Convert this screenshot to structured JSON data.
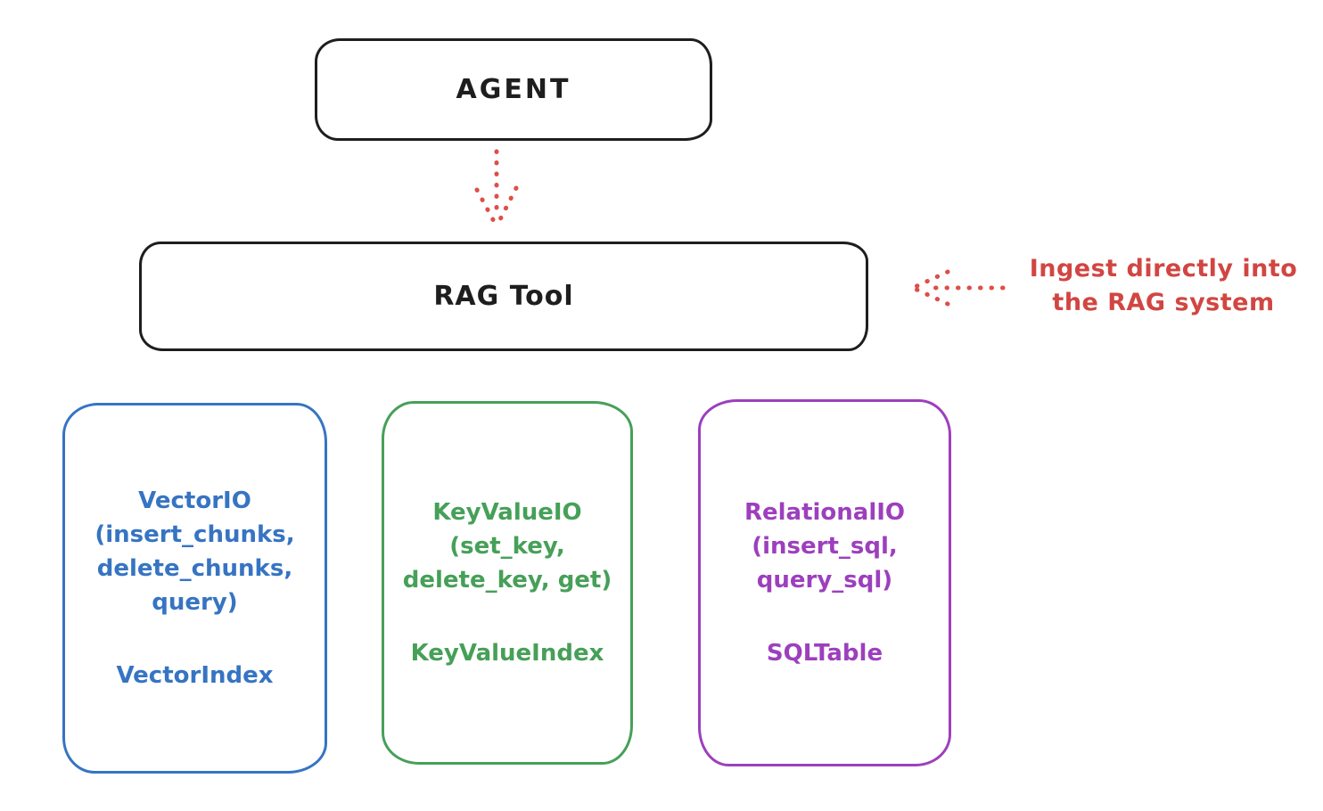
{
  "nodes": {
    "agent": {
      "label": "AGENT",
      "stroke": "#1e1e1e"
    },
    "rag_tool": {
      "label": "RAG Tool",
      "stroke": "#1e1e1e"
    },
    "vector_io": {
      "lines": [
        "VectorIO",
        "(insert_chunks,",
        "delete_chunks,",
        "query)"
      ],
      "index_label": "VectorIndex",
      "color": "#3674c3"
    },
    "keyvalue_io": {
      "lines": [
        "KeyValueIO",
        "(set_key,",
        "delete_key, get)"
      ],
      "index_label": "KeyValueIndex",
      "color": "#46a058"
    },
    "relational_io": {
      "lines": [
        "RelationalIO",
        "(insert_sql,",
        "query_sql)"
      ],
      "index_label": "SQLTable",
      "color": "#9d3fbd"
    }
  },
  "annotation": {
    "lines": [
      "Ingest directly into",
      "the RAG system"
    ],
    "color": "#d14642"
  },
  "arrows": {
    "agent_to_rag": "dotted-down-arrow",
    "ingest_into_rag": "dotted-left-arrow",
    "color": "#dd4f48"
  }
}
